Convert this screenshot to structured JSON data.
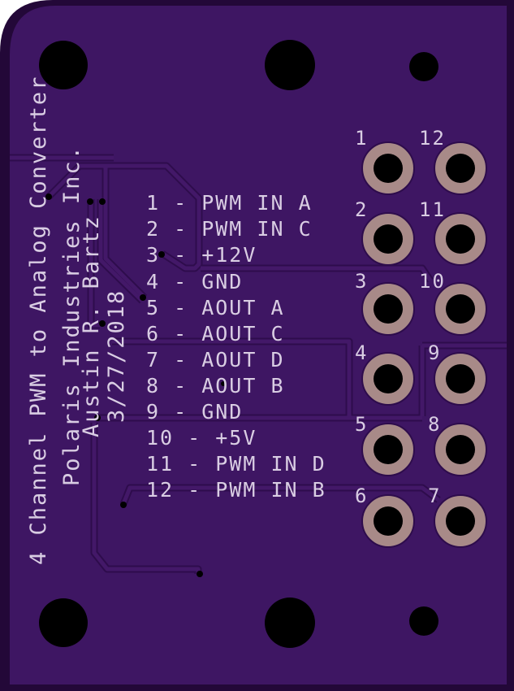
{
  "board": {
    "colors": {
      "board": "#3e1663",
      "edge": "#230838",
      "pad": "#a88a88",
      "silk": "#d9cde3",
      "hole": "#000000"
    },
    "title_lines": [
      "4 Channel PWM to Analog Converter",
      "Polaris Industries Inc.",
      "Austin R. Bartz",
      "3/27/2018"
    ],
    "pinout": [
      "1 - PWM IN A",
      "2 - PWM IN C",
      "3 - +12V",
      "4 - GND",
      "5 - AOUT A",
      "6 - AOUT C",
      "7 - AOUT D",
      "8 - AOUT B",
      "9 - GND",
      "10 - +5V",
      "11 - PWM IN D",
      "12 - PWM IN B"
    ],
    "pad_labels_left": [
      "1",
      "2",
      "3",
      "4",
      "5",
      "6"
    ],
    "pad_labels_right": [
      "12",
      "11",
      "10",
      "9",
      "8",
      "7"
    ]
  }
}
